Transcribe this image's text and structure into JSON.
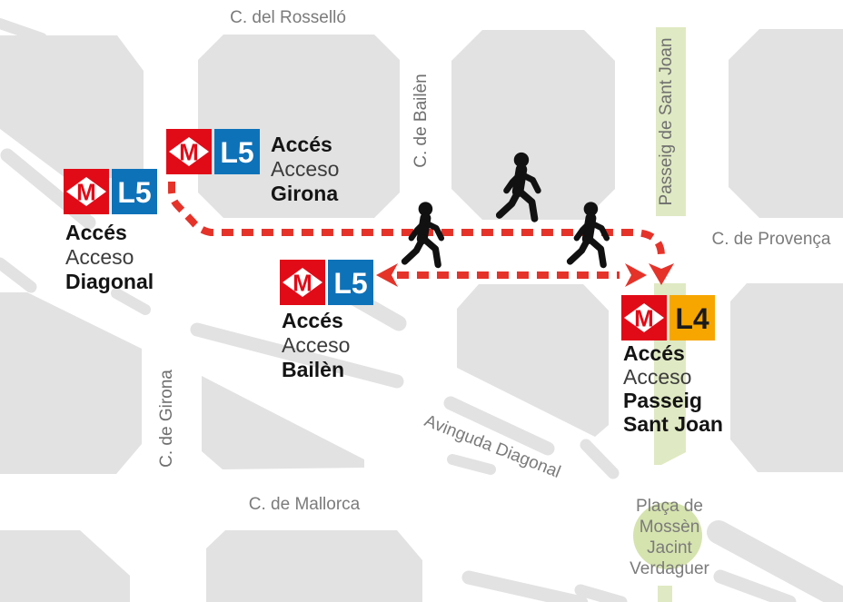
{
  "map": {
    "streets": {
      "rossello": "C. del Rosselló",
      "bailen": "C. de Bailèn",
      "passeig_sant_joan": "Passeig de Sant Joan",
      "provenca": "C. de Provença",
      "girona": "C. de Girona",
      "avinguda_diagonal": "Avinguda Diagonal",
      "mallorca": "C. de Mallorca",
      "placa_line1": "Plaça de",
      "placa_line2": "Mossèn",
      "placa_line3": "Jacint",
      "placa_line4": "Verdaguer"
    },
    "metro": {
      "m_letter": "M"
    },
    "accesses": {
      "girona": {
        "line": "L5",
        "access_ca": "Accés",
        "access_es": "Acceso",
        "name": "Girona"
      },
      "diagonal": {
        "line": "L5",
        "access_ca": "Accés",
        "access_es": "Acceso",
        "name": "Diagonal"
      },
      "bailen": {
        "line": "L5",
        "access_ca": "Accés",
        "access_es": "Acceso",
        "name": "Bailèn"
      },
      "passeig_sant_joan": {
        "line": "L4",
        "access_ca": "Accés",
        "access_es": "Acceso",
        "name_line1": "Passeig",
        "name_line2": "Sant Joan"
      }
    },
    "colors": {
      "metro_red": "#e10b17",
      "l5_blue": "#0e72b9",
      "l4_yellow": "#f7a600",
      "route_red": "#e5332a",
      "block_gray": "#e2e2e2",
      "promenade_green": "#dfe9c3",
      "placa_green": "#d5e3ae"
    }
  }
}
